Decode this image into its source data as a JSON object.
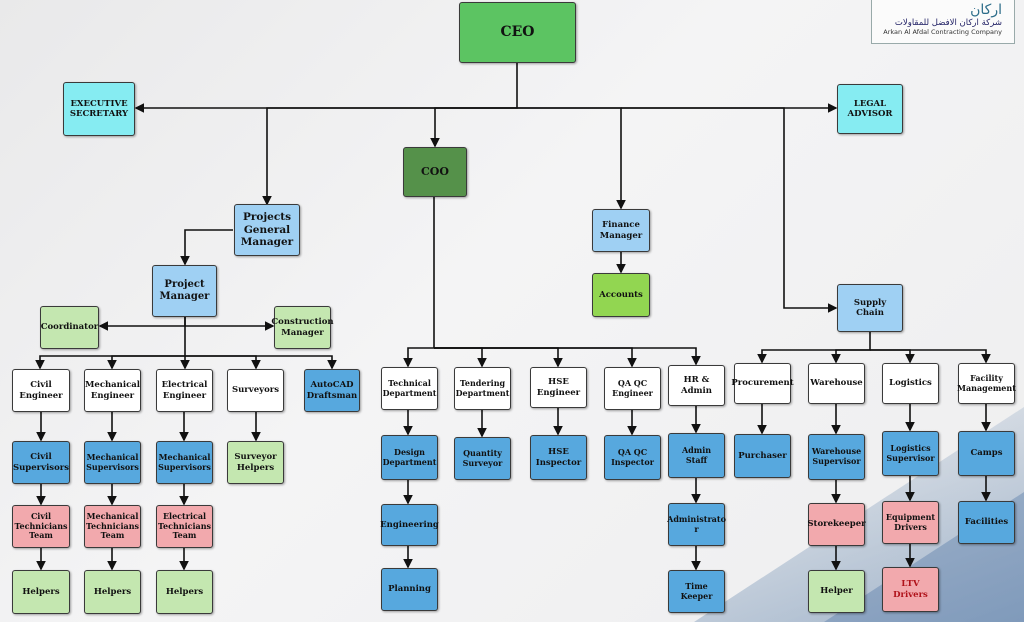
{
  "logo": {
    "mark": "ارکان",
    "arabic_name": "شركة اركان الافضل للمقاولات",
    "english_name": "Arkan Al Afdal Contracting Company"
  },
  "nodes": {
    "ceo": "CEO",
    "executive_secretary": "EXECUTIVE SECRETARY",
    "legal_advisor": "LEGAL ADVISOR",
    "coo": "COO",
    "projects_general_manager": "Projects General Manager",
    "finance_manager": "Finance Manager",
    "accounts": "Accounts",
    "project_manager": "Project Manager",
    "supply_chain": "Supply Chain",
    "coordinator": "Coordinator",
    "construction_manager": "Construction Manager",
    "civil_engineer": "Civil Engineer",
    "mechanical_engineer": "Mechanical Engineer",
    "electrical_engineer": "Electrical Engineer",
    "surveyors": "Surveyors",
    "autocad_draftsman": "AutoCAD Draftsman",
    "civil_supervisors": "Civil Supervisors",
    "mechanical_supervisors_1": "Mechanical Supervisors",
    "mechanical_supervisors_2": "Mechanical Supervisors",
    "surveyor_helpers": "Surveyor Helpers",
    "civil_technicians_team": "Civil Technicians Team",
    "mechanical_technicians_team": "Mechanical Technicians Team",
    "electrical_technicians_team": "Electrical Technicians Team",
    "helpers_1": "Helpers",
    "helpers_2": "Helpers",
    "helpers_3": "Helpers",
    "technical_department": "Technical Department",
    "tendering_department": "Tendering Department",
    "hse_engineer": "HSE Engineer",
    "qaqc_engineer": "QA QC Engineer",
    "hr_admin": "HR & Admin",
    "design_department": "Design Department",
    "quantity_surveyor": "Quantity Surveyor",
    "hse_inspector": "HSE Inspector",
    "qaqc_inspector": "QA QC Inspector",
    "admin_staff": "Admin Staff",
    "engineering": "Engineering",
    "administrator": "Administrato r",
    "planning": "Planning",
    "time_keeper": "Time Keeper",
    "procurement": "Procurement",
    "warehouse": "Warehouse",
    "logistics": "Logistics",
    "facility_management": "Facility Management",
    "purchaser": "Purchaser",
    "warehouse_supervisor": "Warehouse Supervisor",
    "logistics_supervisor": "Logistics Supervisor",
    "camps": "Camps",
    "storekeeper": "Storekeeper",
    "equipment_drivers": "Equipment Drivers",
    "facilities": "Facilities",
    "helper": "Helper",
    "ltv_drivers": "LTV Drivers"
  }
}
